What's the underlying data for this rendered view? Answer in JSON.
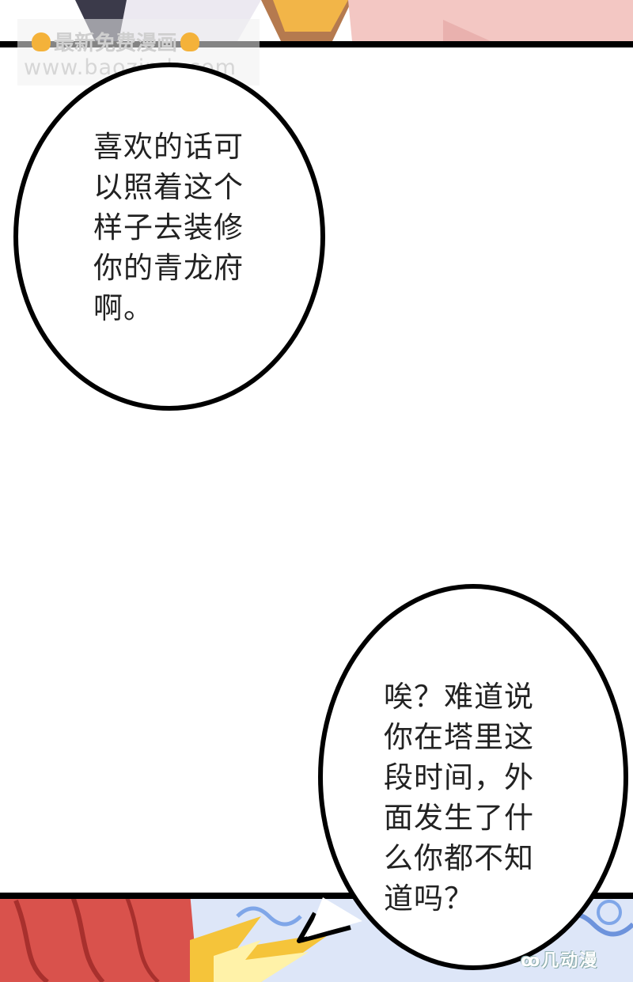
{
  "watermark": {
    "line1": "最新免费漫画",
    "line2": "www.baozimh.com"
  },
  "bubbles": [
    {
      "id": "top-left",
      "lines": [
        "喜欢的话可",
        "以照着这个",
        "样子去装修",
        "你的青龙府",
        "啊。"
      ]
    },
    {
      "id": "bottom-right",
      "lines": [
        "唉？难道说",
        "你在塔里这",
        "段时间，外",
        "面发生了什",
        "么你都不知",
        "道吗？"
      ]
    }
  ],
  "corner_logo": "ꝏ几动漫",
  "colors": {
    "ink": "#000000",
    "text": "#222222",
    "skin": "#f3c7c3",
    "hair_red": "#d9524c",
    "gold": "#f5c43a",
    "swirl_blue": "#7fa6e8"
  }
}
